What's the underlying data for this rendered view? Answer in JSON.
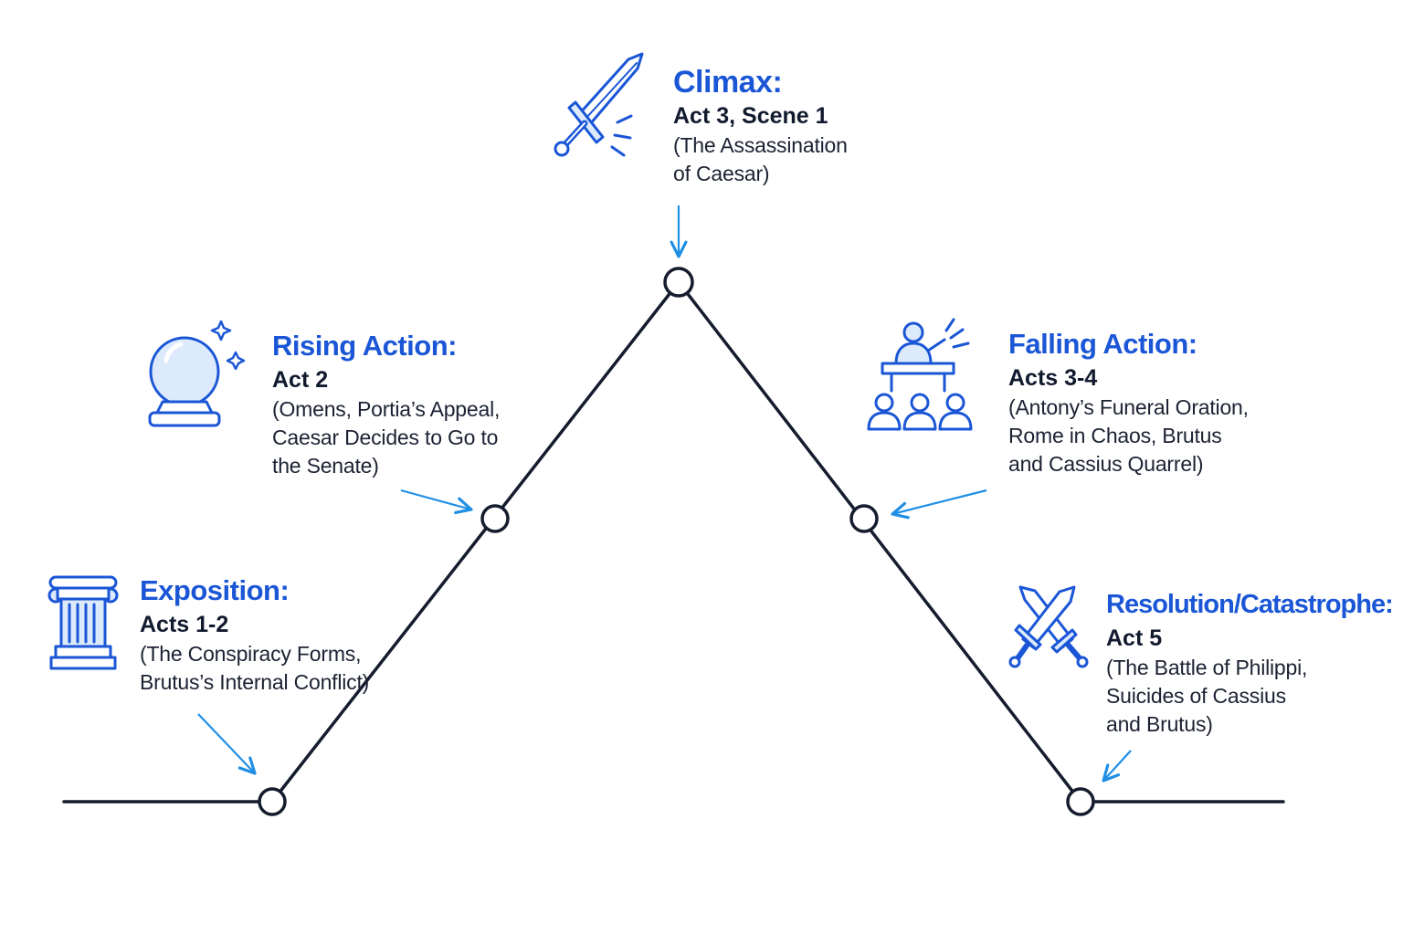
{
  "stages": {
    "exposition": {
      "title": "Exposition:",
      "acts": "Acts 1-2",
      "desc1": "(The Conspiracy Forms,",
      "desc2": "Brutus’s Internal Conflict)",
      "icon": "column-icon"
    },
    "rising": {
      "title": "Rising Action:",
      "acts": "Act 2",
      "desc1": "(Omens, Portia’s Appeal,",
      "desc2": "Caesar Decides to Go to",
      "desc3": "the Senate)",
      "icon": "crystal-ball-icon"
    },
    "climax": {
      "title": "Climax:",
      "acts": "Act 3, Scene 1",
      "desc1": "(The Assassination",
      "desc2": "of Caesar)",
      "icon": "sword-icon"
    },
    "falling": {
      "title": "Falling Action:",
      "acts": "Acts 3-4",
      "desc1": "(Antony’s Funeral Oration,",
      "desc2": "Rome in Chaos, Brutus",
      "desc3": "and Cassius Quarrel)",
      "icon": "orator-crowd-icon"
    },
    "resolution": {
      "title": "Resolution/Catastrophe:",
      "acts": "Act 5",
      "desc1": "(The Battle of Philippi,",
      "desc2": "Suicides of Cassius",
      "desc3": "and Brutus)",
      "icon": "crossed-swords-icon"
    }
  },
  "colors": {
    "accent": "#1a56d6",
    "arrow": "#1f8fe6",
    "line": "#141c2e",
    "icon_fill": "#dceafc"
  }
}
